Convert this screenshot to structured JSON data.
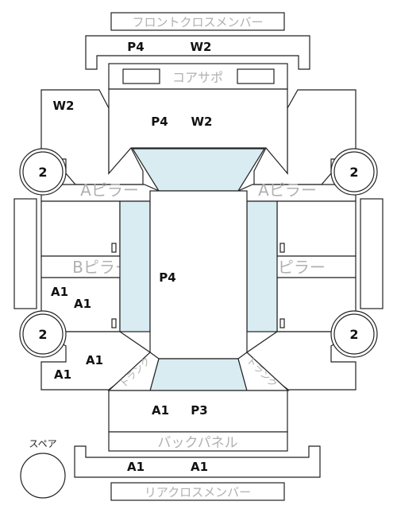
{
  "labels": {
    "front_cross_member": "フロントクロスメンバー",
    "core_support": "コアサポ",
    "a_pillar_left": "Aピラー",
    "a_pillar_right": "Aピラー",
    "b_pillar_left": "Bピラー",
    "b_pillar_right": "Bピラー",
    "back_panel": "バックパネル",
    "rear_cross_member": "リアクロスメンバー",
    "spare": "スペア",
    "trunk_left": "トランク",
    "trunk_right": "トランク"
  },
  "codes": {
    "front_member_p": "P4",
    "front_member_w": "W2",
    "hood_p": "P4",
    "hood_w": "W2",
    "left_fender_w": "W2",
    "roof_p": "P4",
    "left_rear_door_a1": "A1",
    "left_rear_door_a1_b": "A1",
    "left_quarter_a1": "A1",
    "left_quarter_a1_b": "A1",
    "trunk_a": "A1",
    "trunk_p": "P3",
    "rear_member_a1": "A1",
    "rear_member_a1_b": "A1"
  },
  "wheels": [
    "2",
    "2",
    "2",
    "2"
  ],
  "colors": {
    "glass": "#d8ecf2",
    "outline": "#222222",
    "label_grey": "#b0b0b0"
  }
}
